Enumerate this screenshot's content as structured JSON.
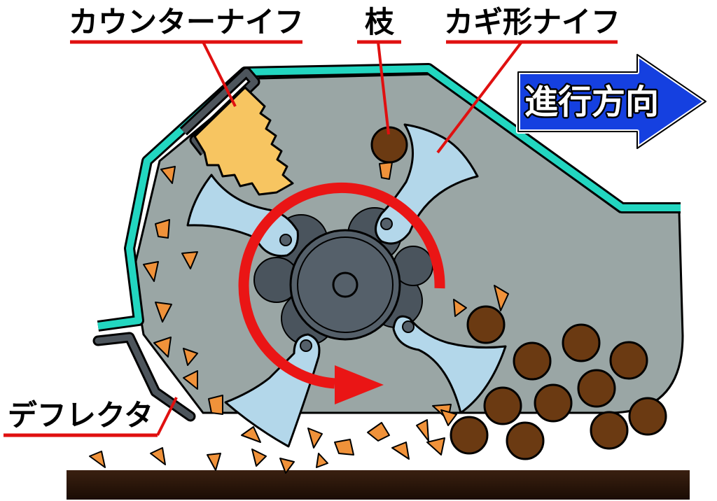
{
  "labels": {
    "counter_knife": "カウンターナイフ",
    "branch": "枝",
    "hook_knife": "カギ形ナイフ",
    "deflector": "デフレクタ",
    "direction": "進行方向"
  },
  "colors": {
    "housing_outline": "#22d6c0",
    "housing_fill": "#9aa6a5",
    "blade": "#b3d7ea",
    "counter_knife": "#f7c561",
    "rotor": "#55606a",
    "chip": "#f0923a",
    "branch": "#6b3a12",
    "rotation_arrow": "#ea1515",
    "label_underline": "#e01010",
    "direction_arrow": "#1540e0",
    "ground": "#2a1608"
  }
}
